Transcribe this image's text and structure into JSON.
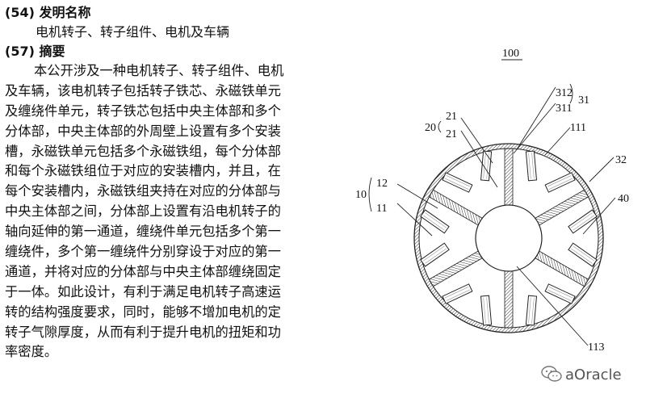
{
  "abstract_doc": {
    "section54_heading": "(54) 发明名称",
    "title": "电机转子、转子组件、电机及车辆",
    "section57_heading": "(57) 摘要",
    "abstract_lines": [
      "本公开涉及一种电机转子、转子组件、电机",
      "及车辆，该电机转子包括转子铁芯、永磁铁单元",
      "及缠绕件单元，转子铁芯包括中央主体部和多个",
      "分体部，中央主体部的外周壁上设置有多个安装",
      "槽，永磁铁单元包括多个永磁铁组，每个分体部",
      "和每个永磁铁组位于对应的安装槽内，并且，在",
      "每个安装槽内，永磁铁组夹持在对应的分体部与",
      "中央主体部之间，分体部上设置有沿电机转子的",
      "轴向延伸的第一通道，缠绕件单元包括多个第一",
      "缠绕件，多个第一缠绕件分别穿设于对应的第一",
      "通道，并将对应的分体部与中央主体部缠绕固定",
      "于一体。如此设计，有利于满足电机转子高速运",
      "转的结构强度要求，同时，能够不增加电机的定",
      "转子气隙厚度，从而有利于提升电机的扭矩和功",
      "率密度。"
    ]
  },
  "figure": {
    "ref_100": "100",
    "ref_312": "312",
    "ref_311": "311",
    "ref_31": "31",
    "ref_20": "20",
    "ref_21a": "21",
    "ref_21b": "21",
    "ref_111": "111",
    "ref_32": "32",
    "ref_10": "10",
    "ref_12": "12",
    "ref_11": "11",
    "ref_40": "40",
    "ref_113": "113"
  },
  "watermark": {
    "text": "aOracle",
    "icon": "wechat-icon"
  }
}
